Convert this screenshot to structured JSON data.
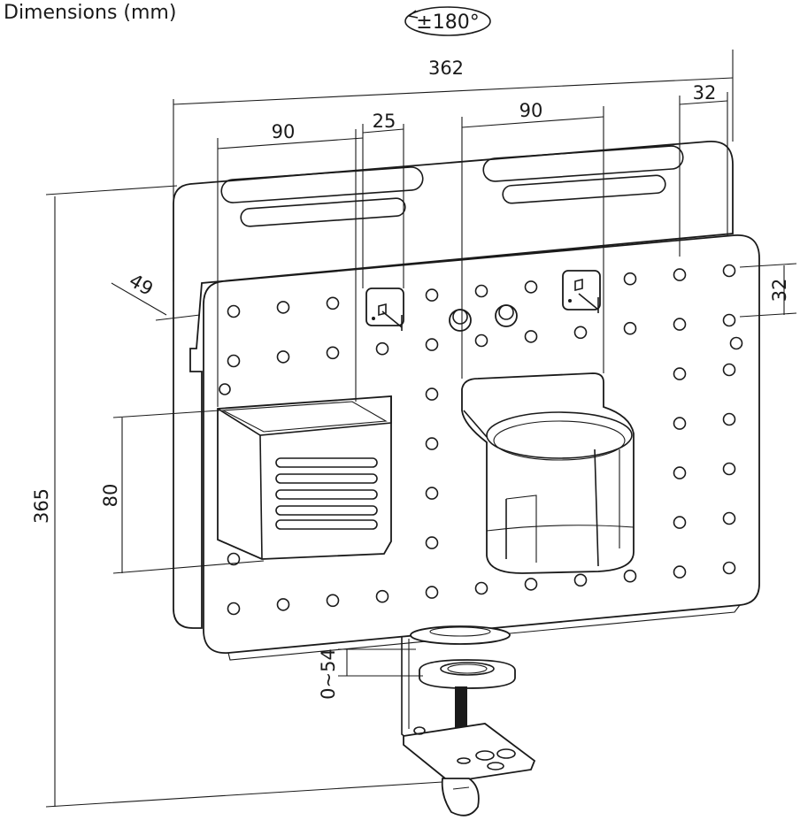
{
  "title": "Dimensions (mm)",
  "rotation": "±180°",
  "dimensions": {
    "overall_width": "362",
    "overall_height": "365",
    "basket_width": "90",
    "hook_spacing": "25",
    "cup_holder_width": "90",
    "right_margin": "32",
    "hole_pitch": "32",
    "panel_offset": "49",
    "basket_height": "80",
    "clamp_range": "0~54"
  }
}
